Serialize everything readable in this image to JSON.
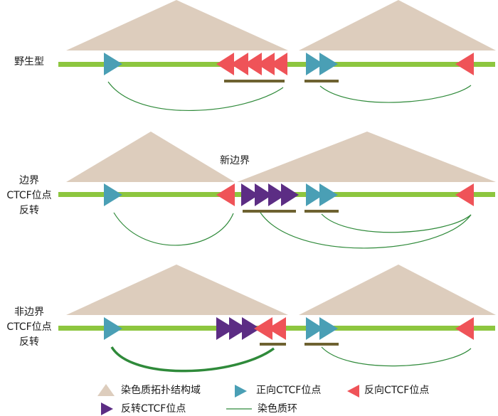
{
  "rows": [
    {
      "label": "野生型"
    },
    {
      "label_lines": [
        "边界",
        "CTCF位点",
        "反转"
      ],
      "annotation": "新边界"
    },
    {
      "label_lines": [
        "非边界",
        "CTCF位点",
        "反转"
      ]
    }
  ],
  "legend": {
    "tad": "染色质拓扑结构域",
    "forward_ctcf": "正向CTCF位点",
    "reverse_ctcf": "反向CTCF位点",
    "inverted_ctcf": "反转CTCF位点",
    "chromatin_loop": "染色质环"
  },
  "colors": {
    "tad": "#ddcdbd",
    "chromosome": "#8dc63f",
    "forward_ctcf": "#4a9fb5",
    "reverse_ctcf": "#ef5358",
    "inverted_ctcf": "#5c2d84",
    "loop": "#2f8a3a",
    "boundary_bar": "#6e6231"
  }
}
